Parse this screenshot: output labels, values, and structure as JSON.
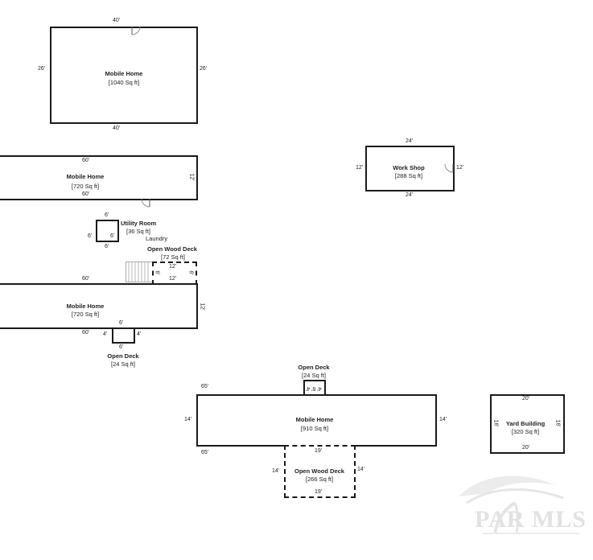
{
  "mobile_home_1": {
    "name": "Mobile Home",
    "area": "[1040 Sq ft]",
    "top": "40'",
    "bottom": "40'",
    "left": "26'",
    "right": "26'"
  },
  "mobile_home_2": {
    "name": "Mobile Home",
    "area": "[720 Sq ft]",
    "top": "60'",
    "bottom": "60'",
    "right": "12'"
  },
  "utility_room": {
    "name": "Utility Room",
    "area": "[36 Sq ft]",
    "note": "Laundry",
    "top": "6'",
    "bottom": "6'",
    "left": "6'",
    "right": "6'"
  },
  "open_wood_deck_1": {
    "name": "Open Wood Deck",
    "area": "[72 Sq ft]",
    "top": "12'",
    "bottom": "12'",
    "left": "6'",
    "right": "6'"
  },
  "mobile_home_3": {
    "name": "Mobile Home",
    "area": "[720 Sq ft]",
    "top": "60'",
    "bottom": "60'",
    "right": "12'"
  },
  "open_deck_1": {
    "name": "Open Deck",
    "area": "[24 Sq ft]",
    "top": "6'",
    "bottom": "6'",
    "left": "4'",
    "right": "4'"
  },
  "work_shop": {
    "name": "Work Shop",
    "area": "[288 Sq ft]",
    "top": "24'",
    "bottom": "24'",
    "left": "12'",
    "right": "12'"
  },
  "open_deck_2": {
    "name": "Open Deck",
    "area": "[24 Sq ft]",
    "dims": "4' 6' 4'"
  },
  "mobile_home_4": {
    "name": "Mobile Home",
    "area": "[910 Sq ft]",
    "top": "65'",
    "bottom": "65'",
    "left": "14'",
    "right": "14'"
  },
  "open_wood_deck_2": {
    "name": "Open Wood Deck",
    "area": "[266 Sq ft]",
    "top": "19'",
    "bottom": "19'",
    "left": "14'",
    "right": "14'"
  },
  "yard_building": {
    "name": "Yard Building",
    "area": "[320 Sq ft]",
    "top": "20'",
    "bottom": "20'",
    "left": "16'",
    "right": "16'"
  },
  "watermark": {
    "text": "PAR MLS"
  },
  "icons": {
    "door": "door-swing-icon",
    "stairs": "stairs-icon",
    "logo": "watermark-logo-icon"
  }
}
